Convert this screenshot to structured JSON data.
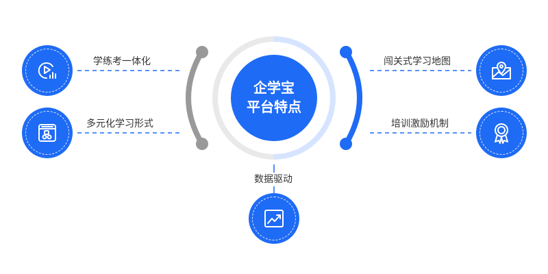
{
  "center": {
    "line1": "企学宝",
    "line2": "平台特点"
  },
  "features": {
    "left_top": "学练考一体化",
    "left_bottom": "多元化学习形式",
    "right_top": "闯关式学习地图",
    "right_bottom": "培训激励机制",
    "bottom": "数据驱动"
  },
  "colors": {
    "accent": "#1e6bf5",
    "gray": "#999999",
    "ring": "#e6e6e6",
    "ring_blue": "#d5e3ff"
  },
  "icons": {
    "left_top": "play-chart-icon",
    "left_bottom": "blocks-box-icon",
    "right_top": "map-pin-icon",
    "right_bottom": "award-medal-icon",
    "bottom": "trend-chart-icon"
  }
}
